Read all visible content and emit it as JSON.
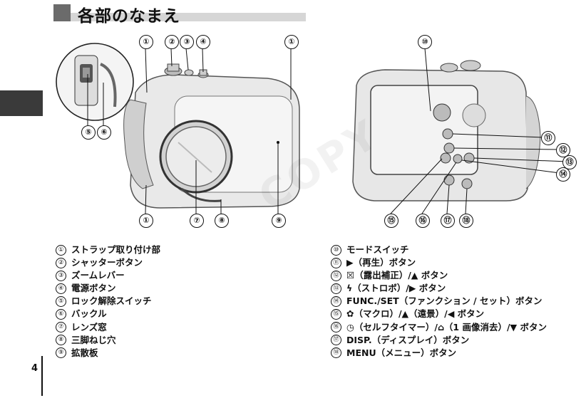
{
  "header": {
    "title": "各部のなまえ"
  },
  "page_number": "4",
  "watermark": "COPY",
  "front_callouts": [
    {
      "n": "①"
    },
    {
      "n": "②"
    },
    {
      "n": "③"
    },
    {
      "n": "④"
    },
    {
      "n": "①"
    },
    {
      "n": "⑤"
    },
    {
      "n": "⑥"
    },
    {
      "n": "①"
    },
    {
      "n": "⑦"
    },
    {
      "n": "⑧"
    },
    {
      "n": "⑨"
    }
  ],
  "back_callouts": [
    {
      "n": "⑩"
    },
    {
      "n": "⑪"
    },
    {
      "n": "⑫"
    },
    {
      "n": "⑬"
    },
    {
      "n": "⑭"
    },
    {
      "n": "⑮"
    },
    {
      "n": "⑯"
    },
    {
      "n": "⑰"
    },
    {
      "n": "⑱"
    }
  ],
  "front_parts": [
    {
      "num": "①",
      "label": "ストラップ取り付け部"
    },
    {
      "num": "②",
      "label": "シャッターボタン"
    },
    {
      "num": "③",
      "label": "ズームレバー"
    },
    {
      "num": "④",
      "label": "電源ボタン"
    },
    {
      "num": "⑤",
      "label": "ロック解除スイッチ"
    },
    {
      "num": "⑥",
      "label": "バックル"
    },
    {
      "num": "⑦",
      "label": "レンズ窓"
    },
    {
      "num": "⑧",
      "label": "三脚ねじ穴"
    },
    {
      "num": "⑨",
      "label": "拡散板"
    }
  ],
  "back_parts": [
    {
      "num": "⑩",
      "label": "モードスイッチ"
    },
    {
      "num": "⑪",
      "label": "▶（再生）ボタン"
    },
    {
      "num": "⑫",
      "label": "☒（露出補正）/▲ ボタン"
    },
    {
      "num": "⑬",
      "label": "ϟ（ストロボ）/▶ ボタン"
    },
    {
      "num": "⑭",
      "label": "FUNC./SET（ファンクション / セット）ボタン"
    },
    {
      "num": "⑮",
      "label": "✿（マクロ）/▲（遠景）/◀ ボタン"
    },
    {
      "num": "⑯",
      "label": "◷（セルフタイマー）/⌂（1 画像消去）/▼ ボタン"
    },
    {
      "num": "⑰",
      "label": "DISP.（ディスプレイ）ボタン"
    },
    {
      "num": "⑱",
      "label": "MENU（メニュー）ボタン"
    }
  ]
}
